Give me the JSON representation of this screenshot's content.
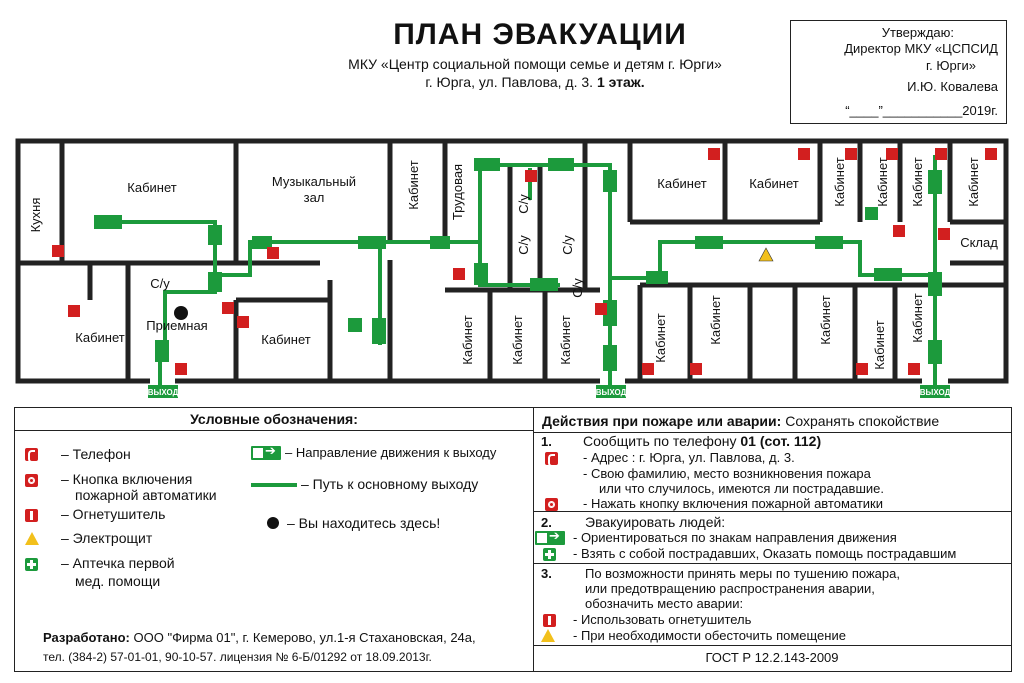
{
  "header": {
    "title": "ПЛАН ЭВАКУАЦИИ",
    "line1": "МКУ «Центр социальной помощи семье и детям г. Юрги»",
    "line2_prefix": "г. Юрга, ул. Павлова, д. 3.",
    "line2_bold": "1 этаж."
  },
  "approval": {
    "line1": "Утверждаю:",
    "line2": "Директор МКУ «ЦСПСИД",
    "line3": "г. Юрги»",
    "line4": "И.Ю. Ковалева",
    "line5": "“____”___________2019г."
  },
  "rooms": {
    "kitchen": "Кухня",
    "cabinet": "Кабинет",
    "music1": "Музыкальный",
    "music2": "зал",
    "wc": "С/у",
    "labor": "Трудовая",
    "reception": "Приемная",
    "storage": "Склад",
    "exit": "ВЫХОД"
  },
  "legend": {
    "heading": "Условные обозначения:",
    "phone": "– Телефон",
    "button1": "– Кнопка включения",
    "button2": "пожарной автоматики",
    "ext": "– Огнетушитель",
    "elec": "– Электрощит",
    "aid1": "– Аптечка первой",
    "aid2": "мед. помощи",
    "direction": "– Направление движения к выходу",
    "path": "– Путь к основному выходу",
    "here": "– Вы находитесь здесь!"
  },
  "actions": {
    "heading_bold": "Действия при пожаре или аварии:",
    "heading_rest": "Сохранять спокойствие",
    "n1": "1.",
    "s1_prefix": "Сообщить по телефону",
    "s1_bold": "01 (сот. 112)",
    "s1_a": "- Адрес : г. Юрга, ул. Павлова, д. 3.",
    "s1_b": "- Свою фамилию, место возникновения пожара",
    "s1_c": "или что случилось, имеются ли пострадавшие.",
    "s1_d": "- Нажать кнопку включения пожарной автоматики",
    "n2": "2.",
    "s2": "Эвакуировать людей:",
    "s2_a": "- Ориентироваться по знакам направления движения",
    "s2_b": "- Взять с собой пострадавших, Оказать помощь пострадавшим",
    "n3": "3.",
    "s3_a": "По возможности принять меры по тушению пожара,",
    "s3_b": "или предотвращению распространения аварии,",
    "s3_c": "обозначить место аварии:",
    "s3_d": "- Использовать огнетушитель",
    "s3_e": "- При необходимости обесточить помещение"
  },
  "footer": {
    "dev_bold": "Разработано:",
    "dev_rest": "ООО \"Фирма 01\", г. Кемерово, ул.1-я Стахановская, 24а,",
    "tel": "тел. (384-2) 57-01-01, 90-10-57. лицензия № 6-Б/01292 от 18.09.2013г.",
    "gost": "ГОСТ Р 12.2.143-2009"
  }
}
